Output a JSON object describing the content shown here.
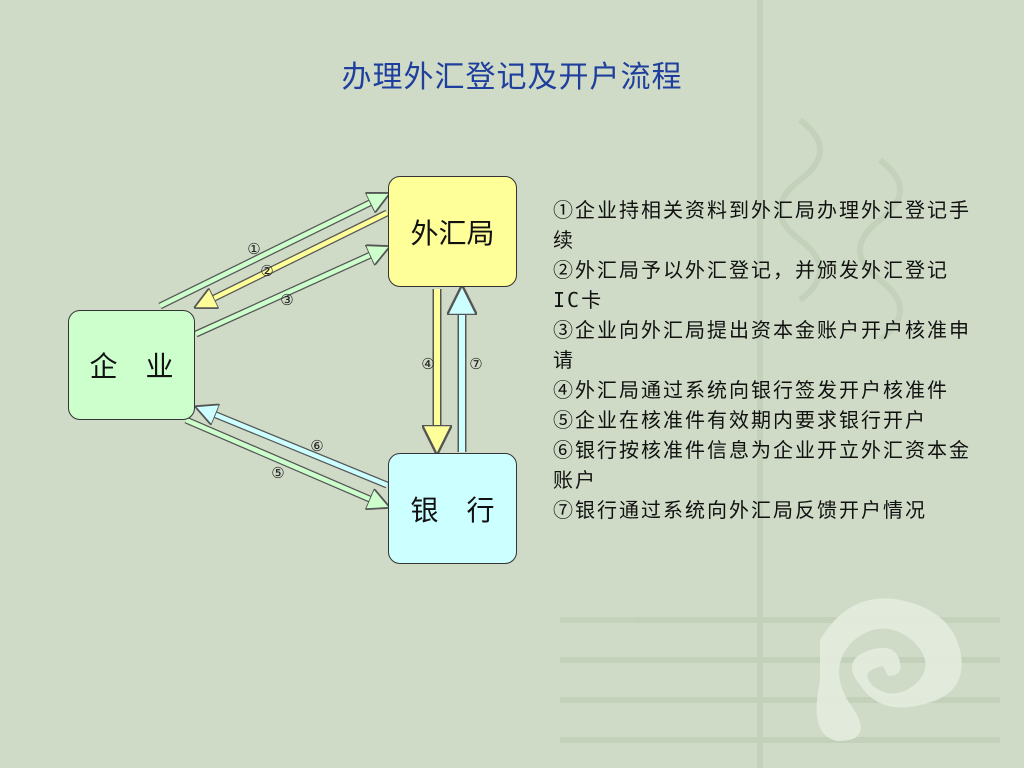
{
  "title": "办理外汇登记及开户流程",
  "nodes": {
    "forex": "外汇局",
    "company": "企　业",
    "bank": "银　行"
  },
  "arrow_labels": [
    "①",
    "②",
    "③",
    "④",
    "⑤",
    "⑥",
    "⑦"
  ],
  "steps": [
    "①企业持相关资料到外汇局办理外汇登记手续",
    "②外汇局予以外汇登记，并颁发外汇登记IC卡",
    "③企业向外汇局提出资本金账户开户核准申请",
    "④外汇局通过系统向银行签发开户核准件",
    "⑤企业在核准件有效期内要求银行开户",
    "⑥银行按核准件信息为企业开立外汇资本金账户",
    "⑦银行通过系统向外汇局反馈开户情况"
  ],
  "colors": {
    "background": "#cfdbc7",
    "title": "#1f3f9e",
    "forex_fill": "#ffff99",
    "company_fill": "#ccffcc",
    "bank_fill": "#ccffff",
    "arrow_green": "#ccffcc",
    "arrow_yellow": "#ffff99",
    "arrow_cyan": "#ccffff"
  }
}
